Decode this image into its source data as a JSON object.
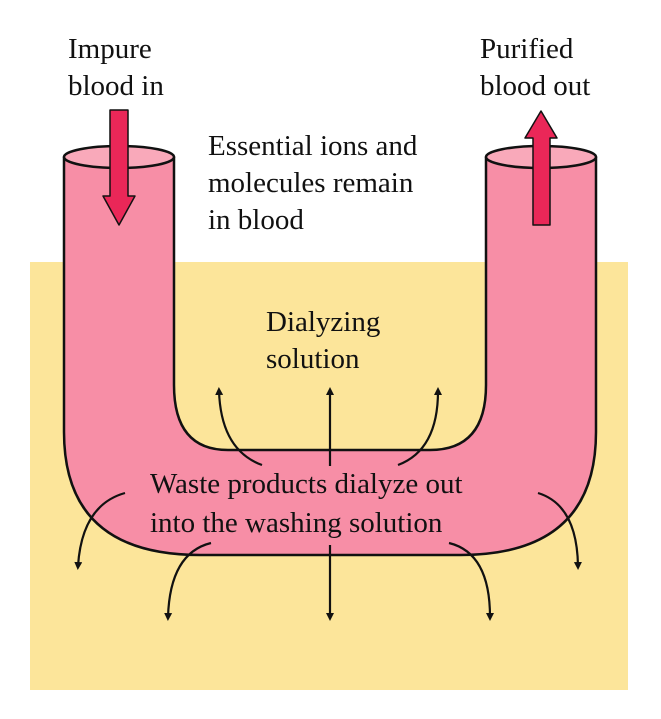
{
  "labels": {
    "inlet": [
      "Impure",
      "blood in"
    ],
    "outlet": [
      "Purified",
      "blood out"
    ],
    "retained": [
      "Essential ions and",
      "molecules remain",
      "in blood"
    ],
    "bath": [
      "Dialyzing",
      "solution"
    ],
    "waste": [
      "Waste products dialyze out",
      "into the washing solution"
    ]
  },
  "colors": {
    "bath": "#fce59a",
    "tube": "#f78ea6",
    "tube_outline": "#111111",
    "flow_arrow": "#ea2758",
    "diffusion_arrow": "#111111",
    "text": "#111111"
  }
}
